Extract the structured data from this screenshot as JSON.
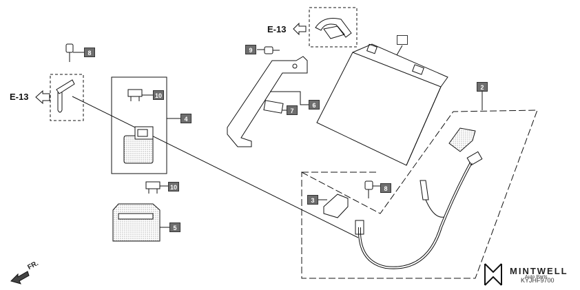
{
  "callouts": {
    "c1": "",
    "c2": "2",
    "c3": "3",
    "c4": "4",
    "c5": "5",
    "c6": "6",
    "c7": "7",
    "c8a": "8",
    "c8b": "8",
    "c9": "9",
    "c10a": "10",
    "c10b": "10"
  },
  "refs": {
    "left": "E-13",
    "top": "E-13"
  },
  "direction": "FR.",
  "brand": {
    "name": "MINTWELL",
    "tagline": "Auto Parts",
    "code": "KYJHF9700"
  },
  "colors": {
    "callout_fill": "#6e6e6e",
    "line": "#111111",
    "stipple": "#888888"
  }
}
